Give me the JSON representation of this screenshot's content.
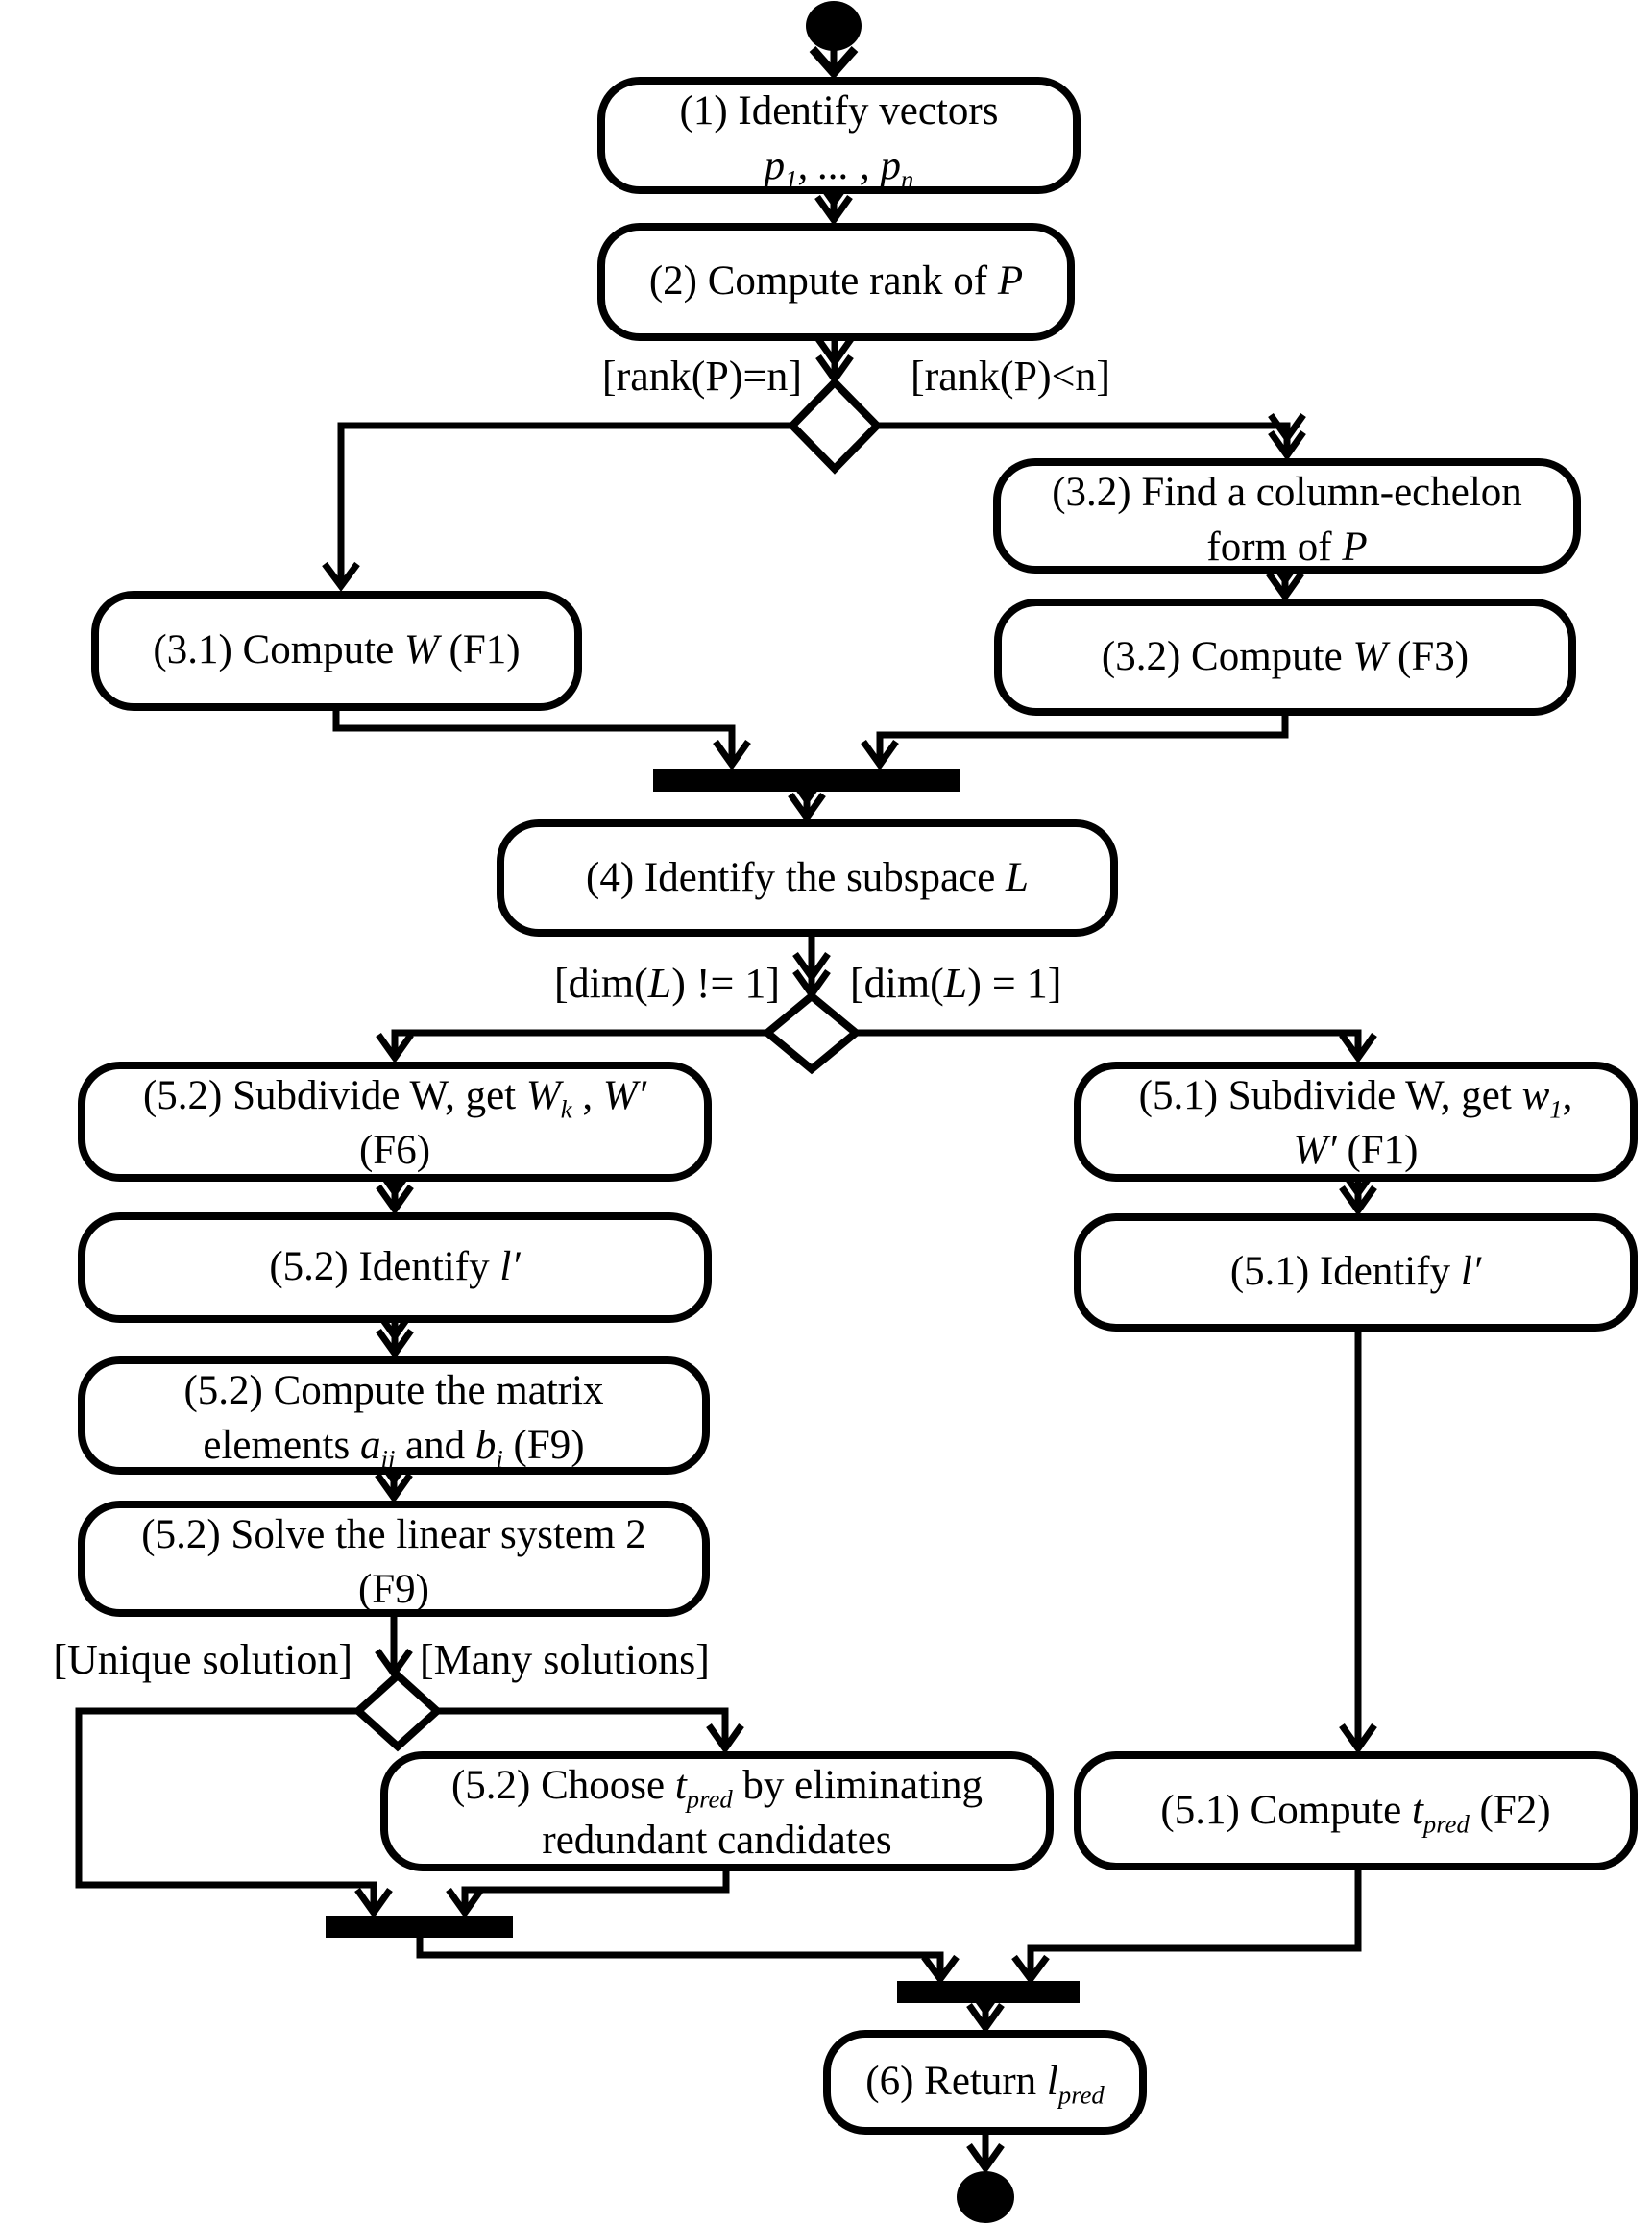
{
  "diagram": {
    "colors": {
      "line": "#000000",
      "node_fill": "#ffffff"
    },
    "steps": {
      "s1": "(1) Identify vectors<br><i>p<sub>1</sub>, ... , p<sub>n</sub></i>",
      "s2": "(2) Compute rank of <i>P</i>",
      "s32_find": "(3.2) Find a column-echelon<br>form of <i>P</i>",
      "s31_compute": "(3.1) Compute <i>W</i> (F1)",
      "s32_compute": "(3.2) Compute <i>W</i> (F3)",
      "s4": "(4) Identify the subspace <i>L</i>",
      "s52_subdivide": "(5.2) Subdivide W, get <i>W<sub>k</sub></i> , <i>W′</i><br>(F6)",
      "s52_identify": "(5.2) Identify <i>l′</i>",
      "s52_matrix": "(5.2) Compute the matrix<br>elements <i>a<sub>ij</sub></i> and <i>b<sub>i</sub></i> (F9)",
      "s52_solve": "(5.2) Solve the linear system 2<br>(F9)",
      "s52_choose": "(5.2) Choose <i>t<sub>pred</sub></i> by eliminating<br>redundant candidates",
      "s51_subdivide": "(5.1) Subdivide W, get <i>w<sub>1</sub></i>,<br><i>W′</i> (F1)",
      "s51_identify": "(5.1) Identify <i>l′</i>",
      "s51_compute": "(5.1) Compute <i>t<sub>pred</sub></i> (F2)",
      "s6": "(6) Return <i>l<sub>pred</sub></i>"
    },
    "guards": {
      "rank_eq": "[rank(P)=n]",
      "rank_lt": "[rank(P)&lt;n]",
      "dim_ne": "[dim(<i>L</i>) != 1]",
      "dim_eq": "[dim(<i>L</i>) = 1]",
      "unique": "[Unique solution]",
      "many": "[Many solutions]"
    }
  }
}
